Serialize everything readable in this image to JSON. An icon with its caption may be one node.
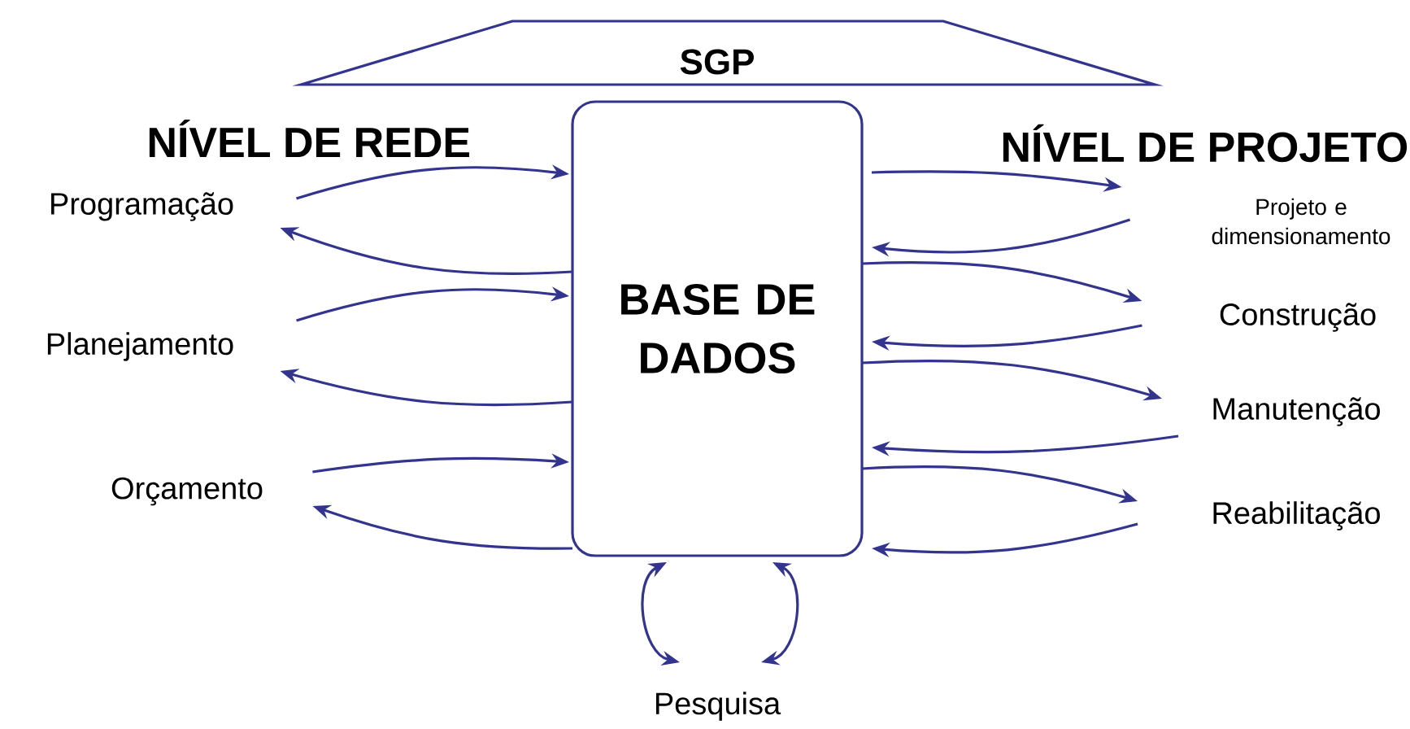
{
  "diagram": {
    "nodes": [
      {
        "text": [
          "SGP"
        ]
      },
      {
        "text": [
          "BASE DE DADOS"
        ]
      },
      {
        "text": [
          "Programação"
        ]
      },
      {
        "text": [
          "Planejamento"
        ]
      },
      {
        "text": [
          "Orçamento"
        ]
      },
      {
        "text": [
          "Projeto e dimensionamento"
        ]
      },
      {
        "text": [
          "Construção"
        ]
      },
      {
        "text": [
          "Manutenção"
        ]
      },
      {
        "text": [
          "Reabilitação"
        ]
      },
      {
        "text": [
          "Pesquisa"
        ]
      }
    ],
    "edges": [
      {
        "from": 2,
        "to": 1,
        "arrow": "to"
      },
      {
        "from": 1,
        "to": 2,
        "arrow": "to"
      },
      {
        "from": 3,
        "to": 1,
        "arrow": "to"
      },
      {
        "from": 1,
        "to": 3,
        "arrow": "to"
      },
      {
        "from": 4,
        "to": 1,
        "arrow": "to"
      },
      {
        "from": 1,
        "to": 4,
        "arrow": "to"
      },
      {
        "from": 1,
        "to": 5,
        "arrow": "to"
      },
      {
        "from": 5,
        "to": 1,
        "arrow": "to"
      },
      {
        "from": 1,
        "to": 6,
        "arrow": "to"
      },
      {
        "from": 6,
        "to": 1,
        "arrow": "to"
      },
      {
        "from": 1,
        "to": 7,
        "arrow": "to"
      },
      {
        "from": 7,
        "to": 1,
        "arrow": "to"
      },
      {
        "from": 1,
        "to": 8,
        "arrow": "to"
      },
      {
        "from": 8,
        "to": 1,
        "arrow": "to"
      },
      {
        "from": 1,
        "to": 9,
        "arrow": "both"
      },
      {
        "from": 1,
        "to": 9,
        "arrow": "both"
      }
    ],
    "labels": [
      "NÍVEL DE REDE",
      "NÍVEL DE PROJETO"
    ]
  }
}
